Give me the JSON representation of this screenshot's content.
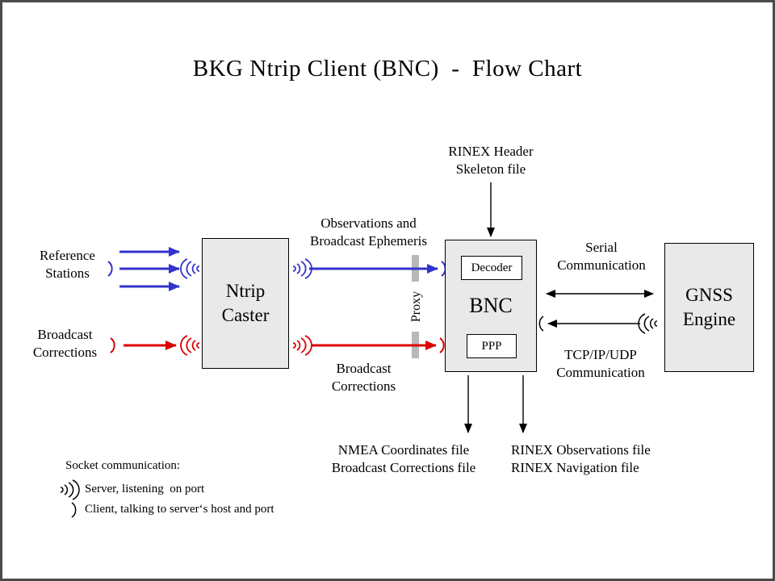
{
  "title": "BKG Ntrip Client (BNC)  -  Flow Chart",
  "colors": {
    "blue": "#3333cc",
    "red": "#dd0000",
    "black": "#000000",
    "node_fill": "#e9e9e9",
    "proxy_bar": "#b8b8b8",
    "frame_border": "#4b4b4b"
  },
  "nodes": {
    "ntrip_caster": "Ntrip\nCaster",
    "bnc": "BNC",
    "decoder": "Decoder",
    "ppp": "PPP",
    "gnss_engine": "GNSS\nEngine"
  },
  "labels": {
    "reference_stations": "Reference\nStations",
    "broadcast_corrections_input": "Broadcast\nCorrections",
    "observations_stream": "Observations and\nBroadcast Ephemeris",
    "corrections_stream": "Broadcast\nCorrections",
    "proxy": "Proxy",
    "rinex_header": "RINEX Header\nSkeleton file",
    "serial_comm": "Serial\nCommunication",
    "tcp_comm": "TCP/IP/UDP\nCommunication",
    "nmea_output": "NMEA Coordinates file\nBroadcast Corrections file",
    "rinex_output": "RINEX Observations file\nRINEX Navigation file"
  },
  "legend": {
    "title": "Socket communication:",
    "server": "Server, listening  on port",
    "client": "Client, talking to server‘s host and port"
  },
  "icons": {
    "server_socket": "radio-wave-arcs",
    "client_socket": "single-arc"
  }
}
